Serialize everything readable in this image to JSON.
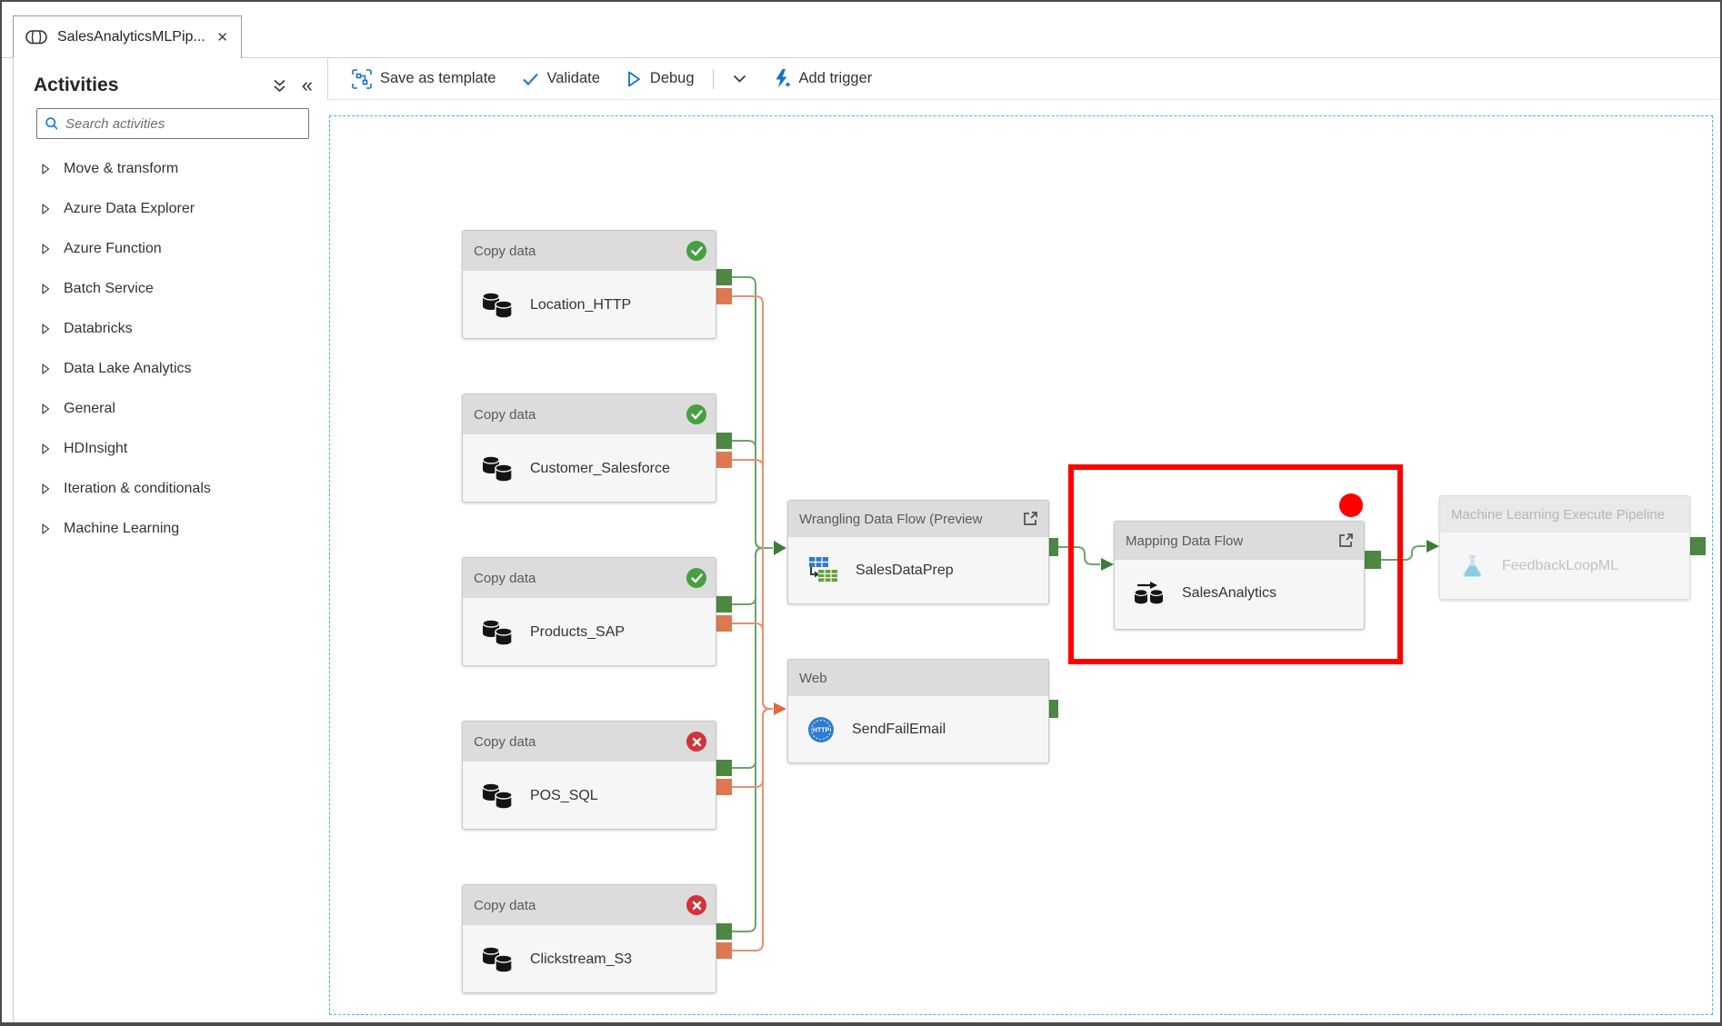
{
  "tab": {
    "title": "SalesAnalyticsMLPip...",
    "close_glyph": "✕"
  },
  "sidebar": {
    "title": "Activities",
    "search_placeholder": "Search activities",
    "categories": [
      "Move & transform",
      "Azure Data Explorer",
      "Azure Function",
      "Batch Service",
      "Databricks",
      "Data Lake Analytics",
      "General",
      "HDInsight",
      "Iteration & conditionals",
      "Machine Learning"
    ]
  },
  "toolbar": {
    "save_as_template": "Save as template",
    "validate": "Validate",
    "debug": "Debug",
    "add_trigger": "Add trigger"
  },
  "canvas": {
    "nodes": [
      {
        "type_label": "Copy data",
        "name": "Location_HTTP",
        "status": "succeeded"
      },
      {
        "type_label": "Copy data",
        "name": "Customer_Salesforce",
        "status": "succeeded"
      },
      {
        "type_label": "Copy data",
        "name": "Products_SAP",
        "status": "succeeded"
      },
      {
        "type_label": "Copy data",
        "name": "POS_SQL",
        "status": "failed"
      },
      {
        "type_label": "Copy data",
        "name": "Clickstream_S3",
        "status": "failed"
      },
      {
        "type_label": "Wrangling Data Flow (Preview",
        "name": "SalesDataPrep",
        "status": "none"
      },
      {
        "type_label": "Web",
        "name": "SendFailEmail",
        "status": "none"
      },
      {
        "type_label": "Mapping Data Flow",
        "name": "SalesAnalytics",
        "status": "none",
        "highlighted": true
      },
      {
        "type_label": "Machine Learning Execute Pipeline",
        "name": "FeedbackLoopML",
        "status": "none",
        "disabled": true
      }
    ],
    "colors": {
      "accent_blue": "#1374c4",
      "success_badge_green": "#45a041",
      "failure_badge_red": "#d13438",
      "connector_success_green": "#6aa668",
      "connector_failure_orange": "#e89070",
      "highlight_red": "#fe0000",
      "canvas_border_blue": "#3fb6e8"
    }
  }
}
